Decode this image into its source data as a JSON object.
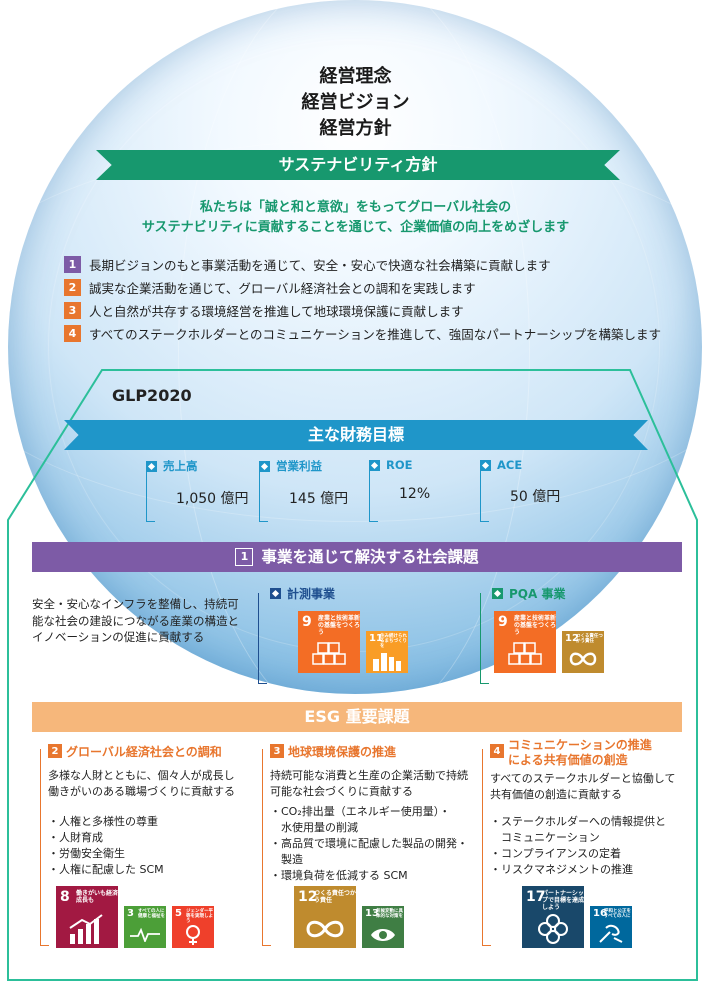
{
  "top_titles": [
    "経営理念",
    "経営ビジョン",
    "経営方針"
  ],
  "sustainability": {
    "banner": "サステナビリティ方針",
    "statement_line1": "私たちは「誠と和と意欲」をもってグローバル社会の",
    "statement_line2": "サステナビリティに貢献することを通じて、企業価値の向上をめざします",
    "items": [
      {
        "num": "1",
        "text": "長期ビジョンのもと事業活動を通じて、安全・安心で快適な社会構築に貢献します",
        "color": "#7d5ba6"
      },
      {
        "num": "2",
        "text": "誠実な企業活動を通じて、グローバル経済社会との調和を実践します",
        "color": "#e8762e"
      },
      {
        "num": "3",
        "text": "人と自然が共存する環境経営を推進して地球環境保護に貢献します",
        "color": "#e8762e"
      },
      {
        "num": "4",
        "text": "すべてのステークホルダーとのコミュニケーションを推進して、強固なパートナーシップを構築します",
        "color": "#e8762e"
      }
    ]
  },
  "glp": {
    "title": "GLP2020",
    "financial_banner": "主な財務目標",
    "targets": [
      {
        "label": "売上高",
        "value": "1,050 億円"
      },
      {
        "label": "営業利益",
        "value": "145 億円"
      },
      {
        "label": "ROE",
        "value": "12%"
      },
      {
        "label": "ACE",
        "value": "50 億円"
      }
    ]
  },
  "social_issue": {
    "num": "1",
    "banner": "事業を通じて解決する社会課題",
    "text": "安全・安心なインフラを整備し、持続可能な社会の建設につながる産業の構造とイノベーションの促進に貢献する",
    "businesses": [
      {
        "title": "計測事業",
        "color": "#1f4f8f"
      },
      {
        "title": "PQA 事業",
        "color": "#17986e"
      }
    ],
    "sdg9": {
      "num": "9",
      "text": "産業と技術革新の基盤をつくろう"
    },
    "sdg11": {
      "num": "11",
      "text": "住み続けられるまちづくりを"
    },
    "sdg12": {
      "num": "12",
      "text": "つくる責任つかう責任"
    }
  },
  "esg": {
    "banner": "ESG 重要課題",
    "cols": [
      {
        "num": "2",
        "title": "グローバル経済社会との調和",
        "desc": "多様な人財とともに、個々人が成長し働きがいのある職場づくりに貢献する",
        "list": [
          "・人権と多様性の尊重",
          "・人財育成",
          "・労働安全衛生",
          "・人権に配慮した SCM"
        ],
        "sdgs": [
          {
            "num": "8",
            "text": "働きがいも経済成長も",
            "color": "#a21942"
          },
          {
            "num": "3",
            "text": "すべての人に健康と福祉を",
            "color": "#4c9f38"
          },
          {
            "num": "5",
            "text": "ジェンダー平等を実現しよう",
            "color": "#ef402b"
          }
        ]
      },
      {
        "num": "3",
        "title": "地球環境保護の推進",
        "desc": "持続可能な消費と生産の企業活動で持続可能な社会づくりに貢献する",
        "list": [
          "・CO₂排出量（エネルギー使用量）・",
          "　水使用量の削減",
          "・高品質で環境に配慮した製品の開発・",
          "　製造",
          "・環境負荷を低減する SCM"
        ],
        "sdgs": [
          {
            "num": "12",
            "text": "つくる責任つかう責任",
            "color": "#bf8b2e"
          },
          {
            "num": "13",
            "text": "気候変動に具体的な対策を",
            "color": "#3f7e44"
          }
        ]
      },
      {
        "num": "4",
        "title_line1": "コミュニケーションの推進",
        "title_line2": "による共有価値の創造",
        "desc": "すべてのステークホルダーと協働して共有価値の創造に貢献する",
        "list": [
          "・ステークホルダーへの情報提供と",
          "　コミュニケーション",
          "・コンプライアンスの定着",
          "・リスクマネジメントの推進"
        ],
        "sdgs": [
          {
            "num": "17",
            "text": "パートナーシップで目標を達成しよう",
            "color": "#19486a"
          },
          {
            "num": "16",
            "text": "平和と公正をすべての人に",
            "color": "#00689d"
          }
        ]
      }
    ]
  }
}
